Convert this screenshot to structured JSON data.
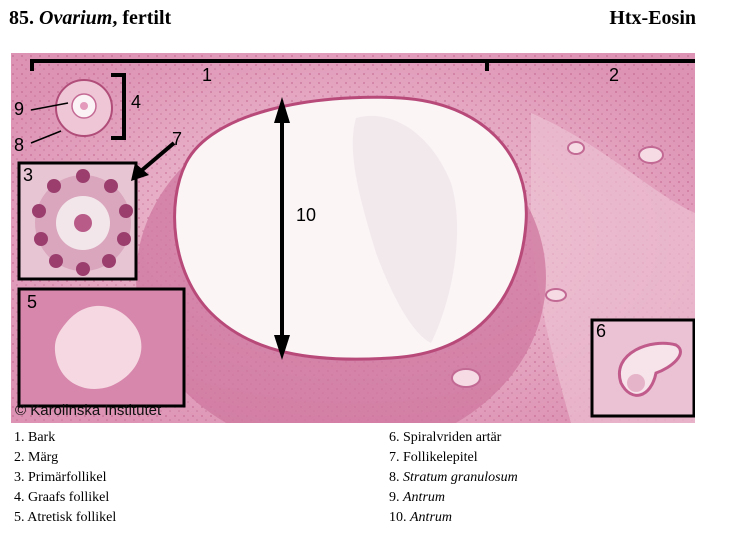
{
  "header": {
    "number": "85.",
    "specimen": "Ovarium",
    "descriptor": ", fertilt",
    "stain": "Htx-Eosin"
  },
  "figure": {
    "markers": [
      "1",
      "2",
      "3",
      "4",
      "5",
      "6",
      "7",
      "8",
      "9",
      "10"
    ],
    "copyright": "© Karolinska Institutet"
  },
  "legend": {
    "left": [
      {
        "num": "1.",
        "text": "Bark"
      },
      {
        "num": "2.",
        "text": "Märg"
      },
      {
        "num": "3.",
        "text": "Primärfollikel"
      },
      {
        "num": "4.",
        "text": "Graafs follikel"
      },
      {
        "num": "5.",
        "text": "Atretisk follikel"
      }
    ],
    "right": [
      {
        "num": "6.",
        "text": "Spiralvriden artär"
      },
      {
        "num": "7.",
        "text": "Follikelepitel"
      },
      {
        "num": "8.",
        "text": "Stratum granulosum"
      },
      {
        "num": "9.",
        "text": "Antrum"
      },
      {
        "num": "10.",
        "text": "Antrum"
      }
    ]
  },
  "colors": {
    "tissue": "#e7a9c3",
    "tissue_dark": "#c9628f",
    "cortex": "#d88aad",
    "antrum": "#faf3f4",
    "frame": "#000000"
  }
}
